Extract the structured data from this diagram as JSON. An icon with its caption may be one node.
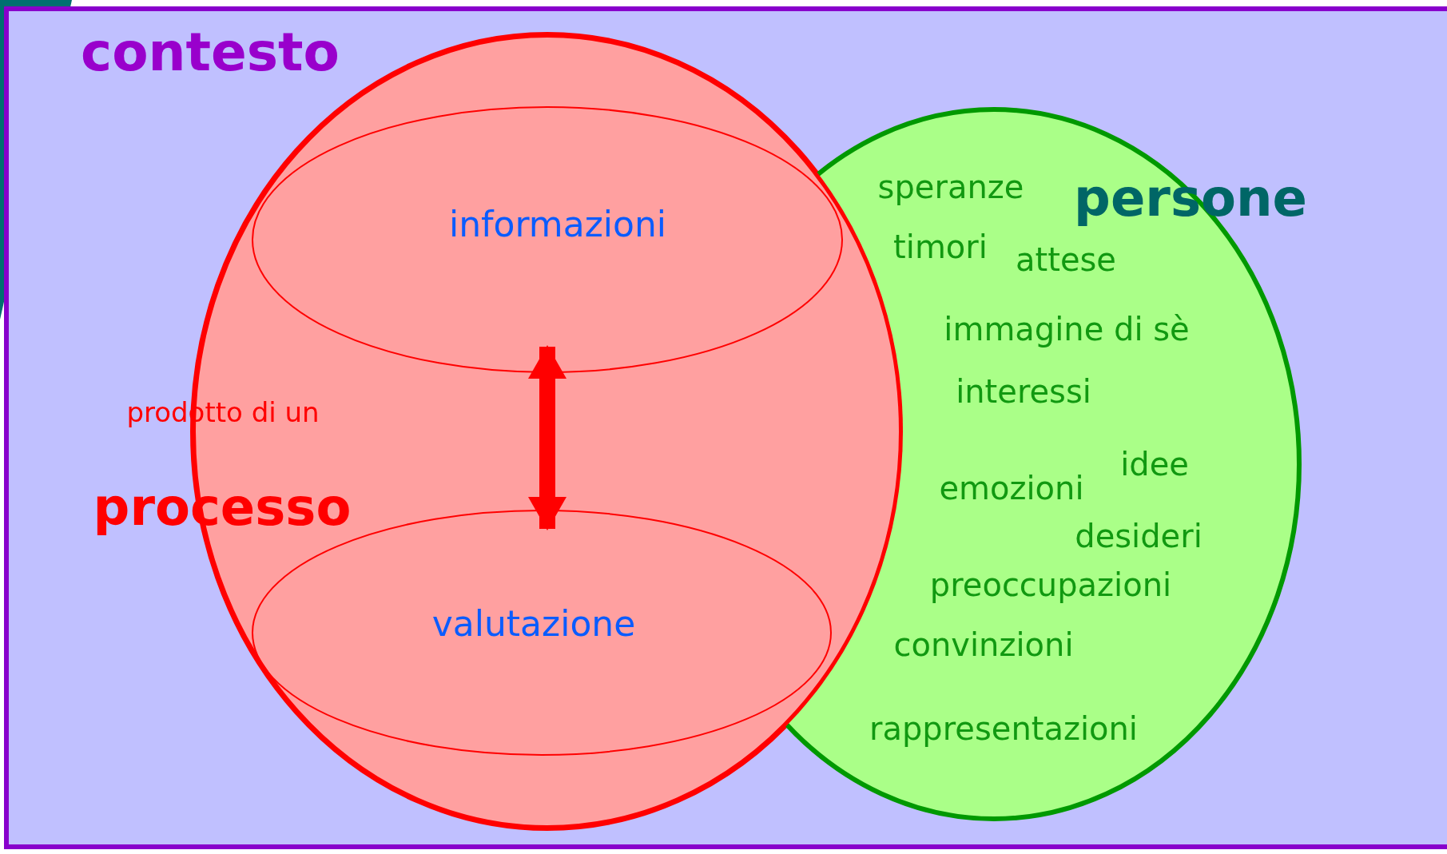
{
  "diagram": {
    "nodes": [
      {
        "text": [
          "contesto"
        ]
      },
      {
        "text": [],
        "shape": "circle",
        "in": 0,
        "beside": [
          "prodotto di un",
          "processo"
        ]
      },
      {
        "text": [
          "informazioni"
        ],
        "in": 1
      },
      {
        "text": [
          "valutazione"
        ],
        "in": 1
      },
      {
        "text": [
          "persone",
          "speranze",
          "timori",
          "attese",
          "immagine di sè",
          "interessi",
          "idee",
          "emozioni",
          "desideri",
          "preoccupazioni",
          "convinzioni",
          "rappresentazioni"
        ],
        "in": 0
      }
    ],
    "edges": [
      {
        "from": 2,
        "to": 3,
        "arrow": "both",
        "color": "#ff0000"
      }
    ]
  }
}
